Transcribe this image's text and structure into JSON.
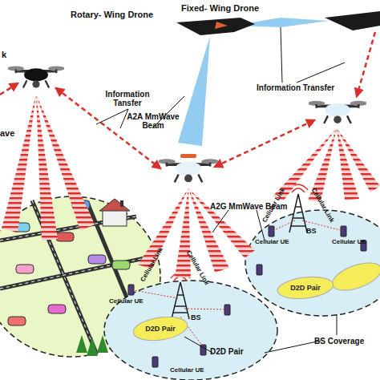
{
  "diagram": {
    "nodes": [
      {
        "text": [
          "D2D Pair"
        ]
      },
      {
        "text": [
          "D2D Pair"
        ]
      }
    ],
    "labels": [
      "k",
      "Rotary- Wing Drone",
      "Fixed- Wing Drone",
      "Information Tansfer",
      "Information Transfer",
      "A2A MmWave Beam",
      "ave",
      "A2G MmWave Beam",
      "Cellular Link",
      "Cellular Link",
      "Cellular UE",
      "BS",
      "Cellular UE",
      "Cellular Link",
      "Cellular Link",
      "BS",
      "Cellular UE",
      "Cellular UE",
      "D2D Pair",
      "BS Coverage"
    ]
  }
}
